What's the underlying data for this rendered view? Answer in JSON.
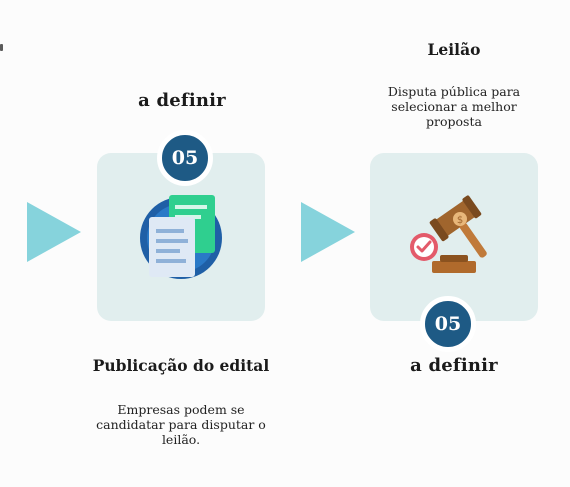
{
  "colors": {
    "arrow": "#86d3dc",
    "card": "#e1eeee",
    "badge": "#1e5a85",
    "gavel": "#a0652d",
    "check": "#e35a6a"
  },
  "steps": [
    {
      "date": "a definir",
      "badge": "05",
      "title": "Publicação do edital",
      "description": "Empresas podem se candidatar para disputar o leilão.",
      "icon": "document-publication-icon"
    },
    {
      "title": "Leilão",
      "description": "Disputa pública para selecionar a melhor proposta",
      "badge": "05",
      "date": "a definir",
      "icon": "auction-gavel-icon"
    }
  ]
}
